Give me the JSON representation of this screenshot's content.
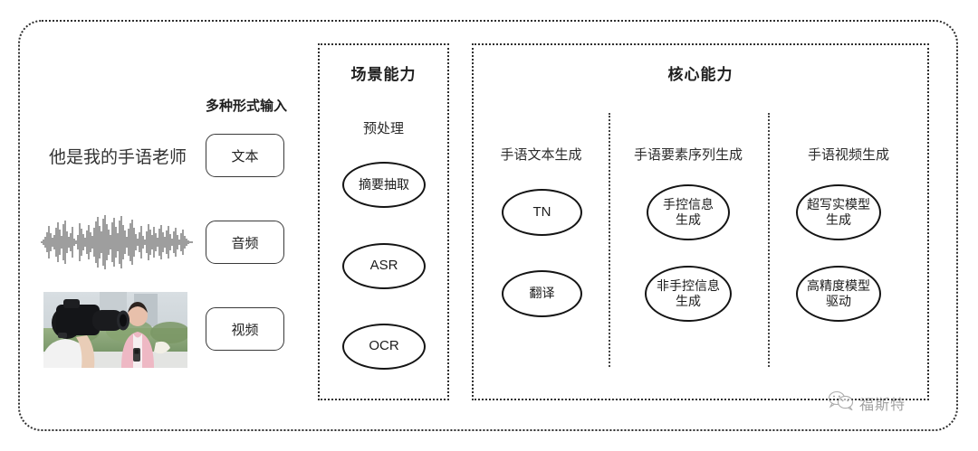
{
  "diagram": {
    "input_column": {
      "heading": "多种形式输入",
      "sample_text": "他是我的手语老师",
      "modality_buttons": [
        {
          "label": "文本",
          "icon": "text-icon"
        },
        {
          "label": "音频",
          "icon": "audio-waveform-icon"
        },
        {
          "label": "视频",
          "icon": "video-thumbnail-icon"
        }
      ],
      "media": {
        "waveform_name": "audio-waveform",
        "thumbnail_name": "video-thumbnail"
      }
    },
    "scene_section": {
      "title": "场景能力",
      "columns": [
        {
          "label": "预处理",
          "nodes": [
            "摘要抽取",
            "ASR",
            "OCR"
          ]
        }
      ]
    },
    "core_section": {
      "title": "核心能力",
      "columns": [
        {
          "label": "手语文本生成",
          "nodes": [
            "TN",
            "翻译"
          ]
        },
        {
          "label": "手语要素序列生成",
          "nodes": [
            "手控信息\n生成",
            "非手控信息\n生成"
          ]
        },
        {
          "label": "手语视频生成",
          "nodes": [
            "超写实模型\n生成",
            "高精度模型\n驱动"
          ]
        }
      ]
    },
    "watermark": {
      "text": "福斯特",
      "icon": "wechat-icon"
    },
    "colors": {
      "stroke": "#2f2f2f",
      "node_stroke": "#141414",
      "text": "#2b2b2b",
      "background": "#ffffff"
    }
  }
}
